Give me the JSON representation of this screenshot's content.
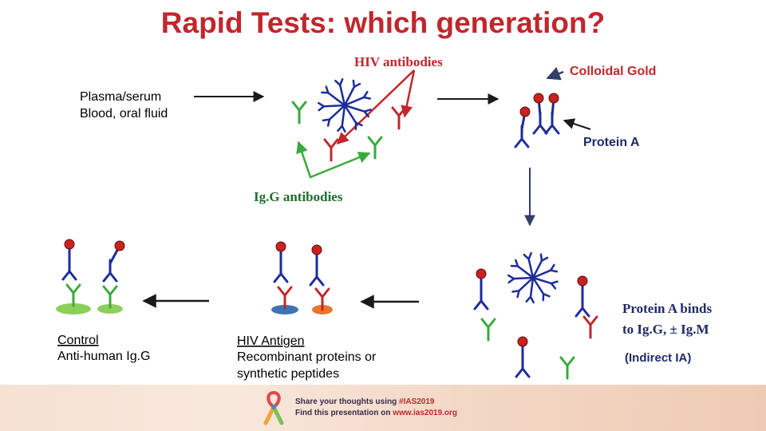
{
  "title": "Rapid Tests:  which generation?",
  "labels": {
    "hiv_antibodies": "HIV antibodies",
    "colloidal_gold": "Colloidal Gold",
    "sample_line1": "Plasma/serum",
    "sample_line2": "Blood, oral fluid",
    "protein_a": "Protein A",
    "igg_antibodies": "Ig.G antibodies",
    "control_title": "Control",
    "control_sub": "Anti-human Ig.G",
    "antigen_title": "HIV Antigen",
    "antigen_sub1": "Recombinant proteins or",
    "antigen_sub2": "synthetic peptides",
    "binds_line1": "Protein A binds",
    "binds_line2": "to Ig.G,  ± Ig.M",
    "indirect": "(Indirect IA)"
  },
  "footer": {
    "line1_pre": "Share your thoughts using ",
    "line1_tag": "#IAS2019",
    "line2_pre": "Find this presentation on ",
    "line2_url": "www.ias2019.org"
  },
  "colors": {
    "title": "#c0272d",
    "label_red": "#c0272d",
    "label_green": "#1f6e2d",
    "antibody_blue": "#1d2c9c",
    "antibody_green": "#3aa93c",
    "antibody_red": "#c0272d",
    "gold_bead": "#c8221f",
    "arrow_red": "#c0272d",
    "arrow_green": "#3aa93c",
    "arrow_dark": "#1a1a1a",
    "pad_green": "#8ccf5a",
    "pad_blue": "#3b74b4",
    "pad_orange": "#e8762c"
  },
  "icons": [
    "ribbon-logo-icon"
  ]
}
